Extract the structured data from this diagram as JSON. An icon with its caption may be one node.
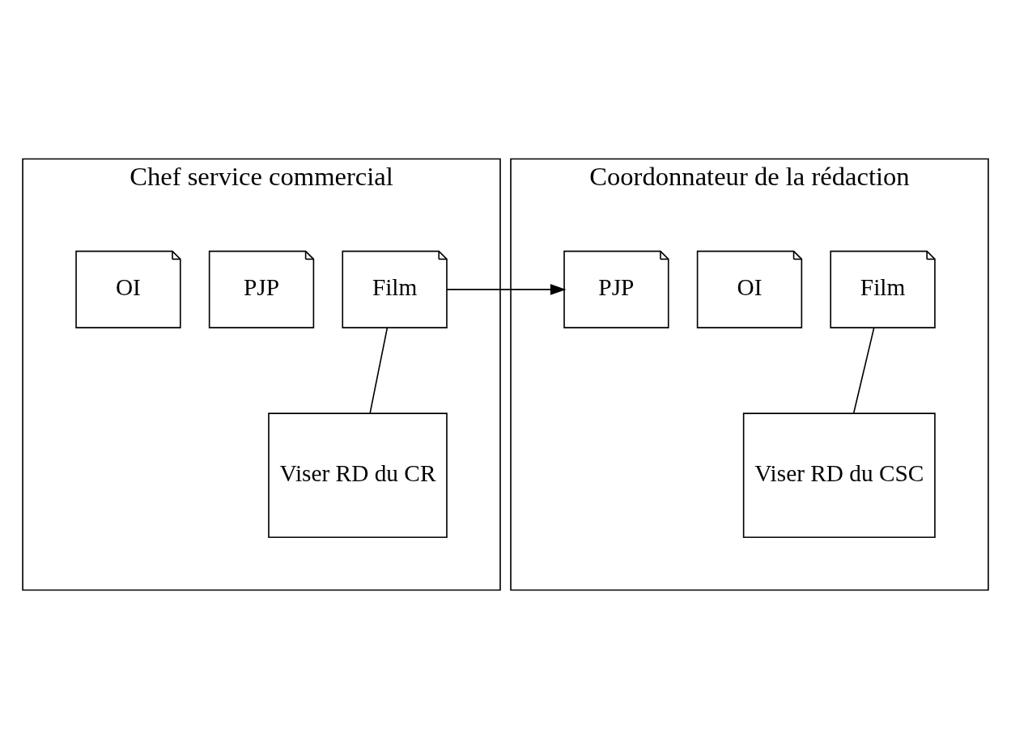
{
  "diagram": {
    "nodes": [
      {
        "text": [
          "Chef service commercial"
        ]
      },
      {
        "text": [
          "OI"
        ],
        "in": 0
      },
      {
        "text": [
          "PJP"
        ],
        "in": 0
      },
      {
        "text": [
          "Film"
        ],
        "in": 0
      },
      {
        "text": [
          "Viser RD du CR"
        ],
        "in": 0
      },
      {
        "text": [
          "Coordonnateur de la rédaction"
        ]
      },
      {
        "text": [
          "OI"
        ],
        "in": 5
      },
      {
        "text": [
          "PJP"
        ],
        "in": 5
      },
      {
        "text": [
          "Film"
        ],
        "in": 5
      },
      {
        "text": [
          "Viser RD du CSC"
        ],
        "in": 5
      }
    ],
    "edges": [
      {
        "from": 3,
        "to": 7,
        "arrow": "to"
      },
      {
        "from": 3,
        "to": 4,
        "arrow": "none"
      },
      {
        "from": 8,
        "to": 9,
        "arrow": "none"
      }
    ]
  }
}
